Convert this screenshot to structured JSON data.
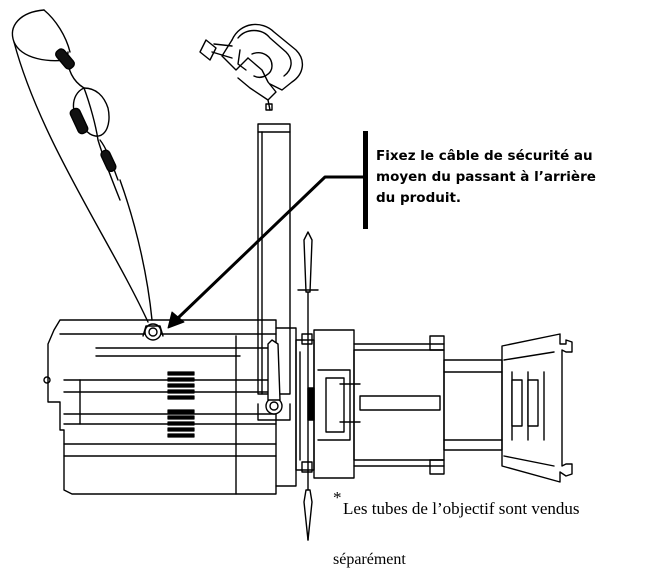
{
  "callout": {
    "lines": [
      "Fixez le câble de sécurité au",
      "moyen du passant à l’arrière",
      "du produit."
    ]
  },
  "note": {
    "asterisk": "*",
    "line1": "Les tubes de l’objectif sont vendus",
    "line2": "séparément"
  }
}
